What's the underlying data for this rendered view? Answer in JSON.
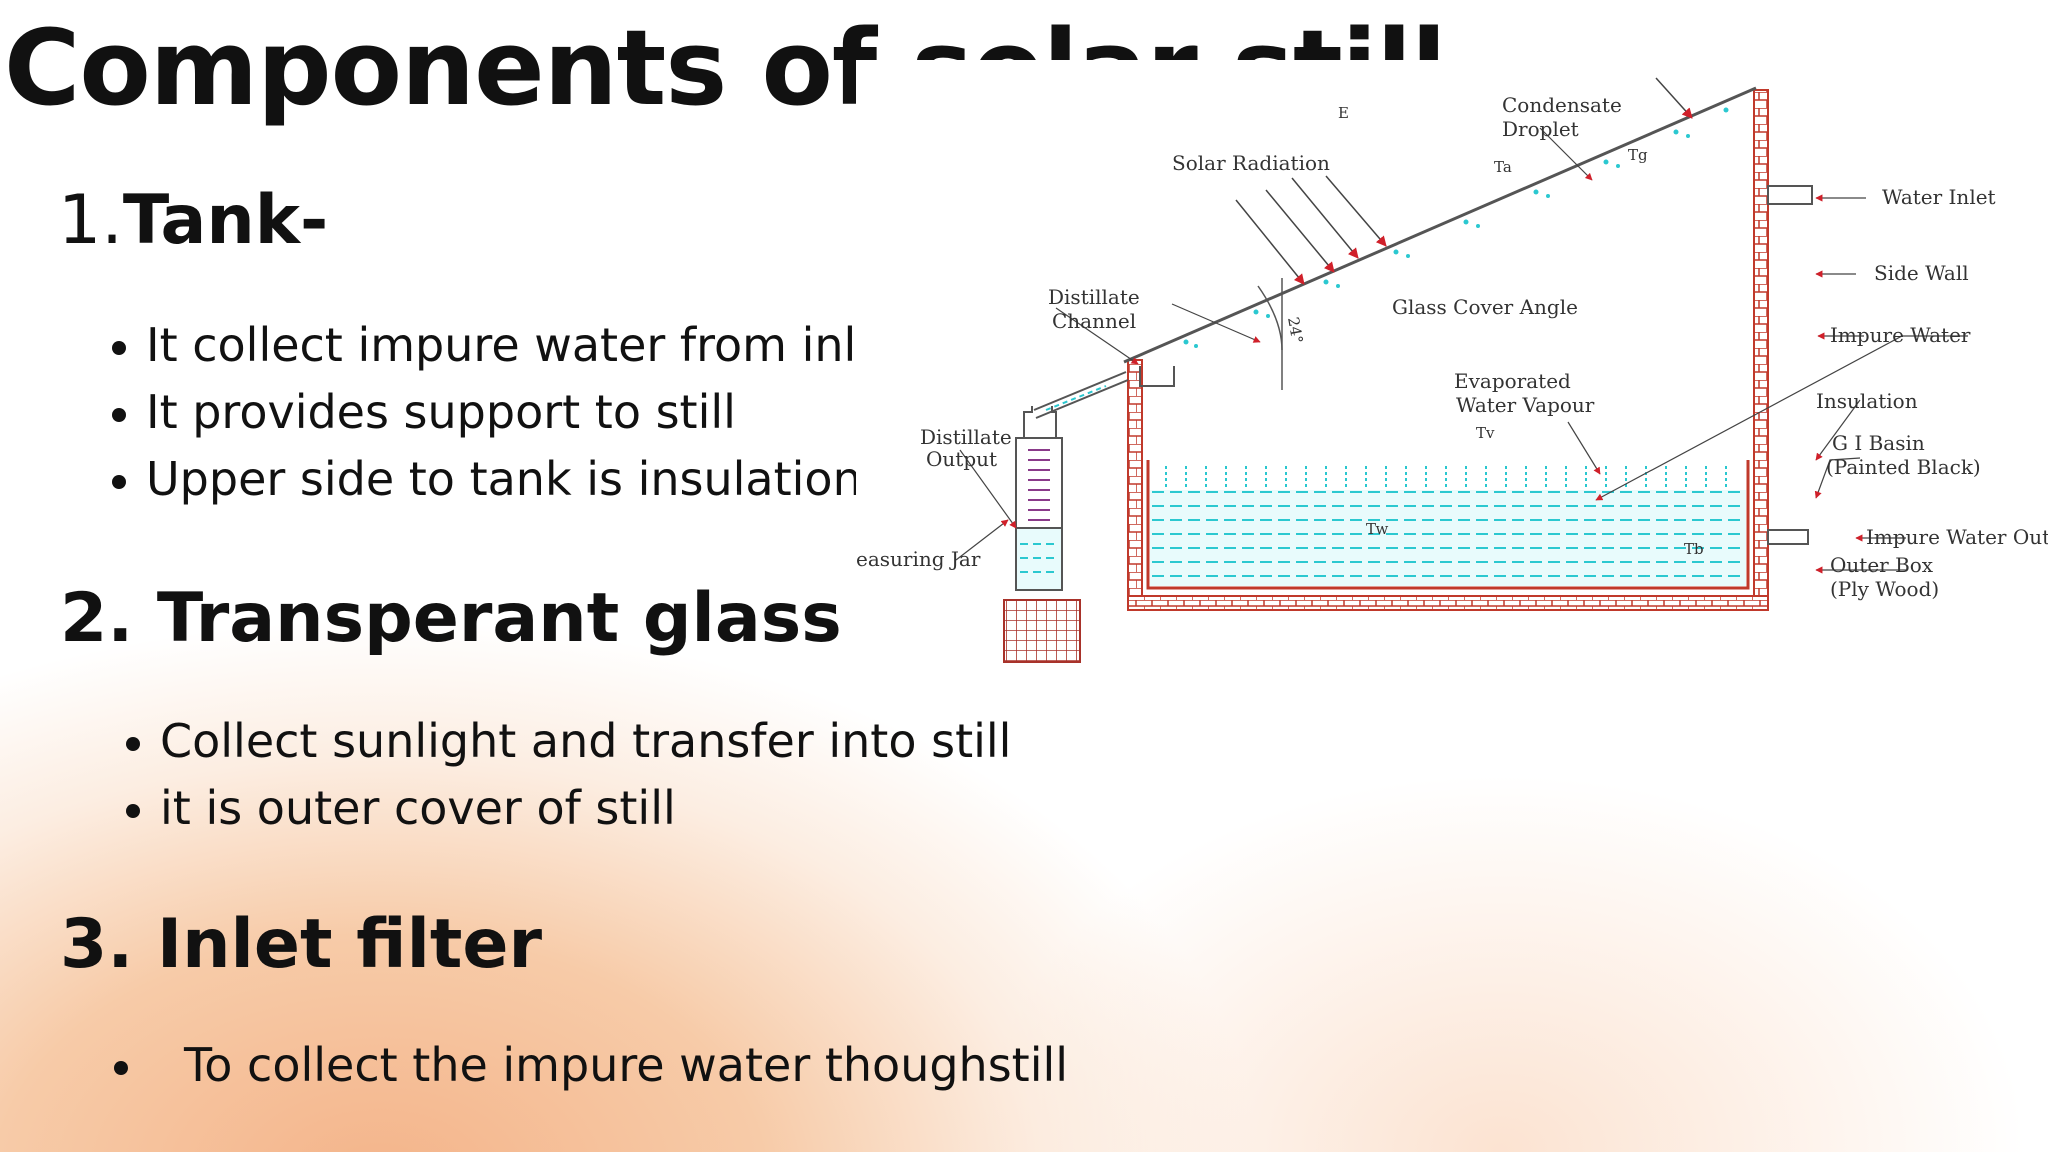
{
  "title": "Components of solar still",
  "sections": [
    {
      "number": "1.",
      "heading": "Tank-",
      "bullets": [
        "It collect impure water from inlet",
        "It provides support to still",
        "Upper side to tank is insulation"
      ]
    },
    {
      "number": "2.",
      "heading": "Transperant glass",
      "bullets": [
        "Collect sunlight and transfer into still",
        "it is outer cover of still"
      ]
    },
    {
      "number": "3.",
      "heading": "Inlet filter",
      "bullets": [
        "To collect the impure water thoughstill"
      ]
    }
  ],
  "diagram": {
    "labels": {
      "condensate_line1": "Condensate",
      "condensate_line2": "Droplet",
      "solar_radiation": "Solar Radiation",
      "water_inlet": "Water Inlet",
      "side_wall": "Side Wall",
      "distillate_channel_line1": "Distillate",
      "distillate_channel_line2": "Channel",
      "glass_cover_angle": "Glass Cover Angle",
      "angle_value": "24°",
      "impure_water": "Impure Water",
      "evaporated_line1": "Evaporated",
      "evaporated_line2": "Water Vapour",
      "insulation": "Insulation",
      "distillate_output_line1": "Distillate",
      "distillate_output_line2": "Output",
      "gi_basin_line1": "G I Basin",
      "gi_basin_line2": "(Painted Black)",
      "impure_water_outlet": "Impure Water Outlet",
      "measuring_jar": "easuring Jar",
      "outer_box_line1": "Outer Box",
      "outer_box_line2": "(Ply Wood)",
      "t_a": "Ta",
      "t_g": "Tg",
      "t_v": "Tv",
      "t_w": "Tw",
      "t_b": "Tb",
      "e_mark": "E"
    },
    "colors": {
      "wall": "#c0392b",
      "water": "#2bc8d0",
      "arrow": "#d0202a",
      "line": "#444444"
    }
  }
}
